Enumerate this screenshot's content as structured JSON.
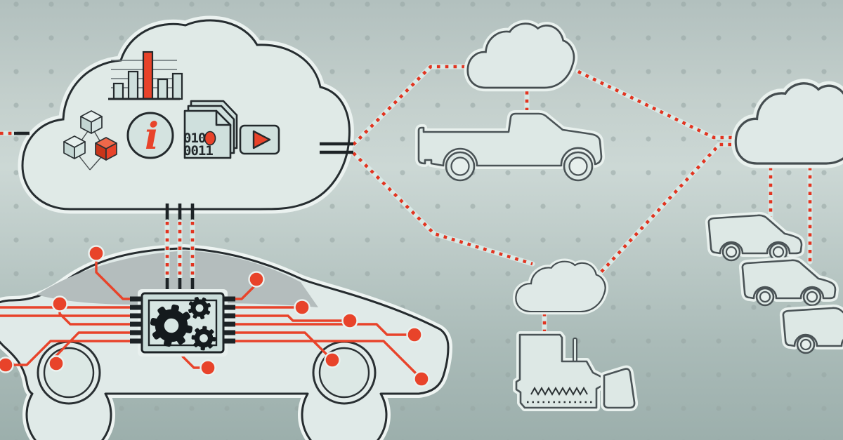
{
  "illustration": {
    "title": "Connected vehicles and cloud telematics illustration",
    "palette": {
      "accent_red": "#e8432a",
      "dotted_link_red": "#e23420",
      "outline_dark": "#23292c",
      "vehicle_outline": "#4a5356",
      "cloud_fill": "#e0eae7",
      "vehicle_fill": "#dde8e5",
      "window_gray": "#b4bdbd",
      "glow": "#eaf2f0",
      "background_top": "#b2c0be",
      "background_middle": "#ccd8d5",
      "background_bottom": "#9cafac",
      "dot_grid": "#96a5a3"
    },
    "big_cloud": {
      "name": "data-cloud",
      "icons": [
        {
          "name": "bar-chart-icon",
          "bar_heights": [
            22,
            39,
            67,
            28,
            36
          ],
          "highlight_bar": 3
        },
        {
          "name": "cubes-network-icon",
          "cube_count": 3,
          "highlight": "red-cube"
        },
        {
          "name": "info-icon",
          "glyph": "i"
        },
        {
          "name": "binary-document-icon",
          "line1": "0100",
          "line2": "0011"
        },
        {
          "name": "play-button-icon"
        }
      ]
    },
    "car": {
      "name": "connected-car",
      "chip": {
        "name": "processor-chip",
        "gear_count": 3
      },
      "circuit_node_count": 11
    },
    "small_clouds": [
      {
        "name": "cloud-top"
      },
      {
        "name": "cloud-bottom"
      },
      {
        "name": "cloud-right"
      }
    ],
    "fleet": [
      {
        "name": "pickup-truck"
      },
      {
        "name": "bulldozer"
      },
      {
        "name": "van-1"
      },
      {
        "name": "van-2"
      },
      {
        "name": "van-3"
      }
    ],
    "links": {
      "style": "red-dotted-over-pale-halo",
      "count": 9
    }
  }
}
